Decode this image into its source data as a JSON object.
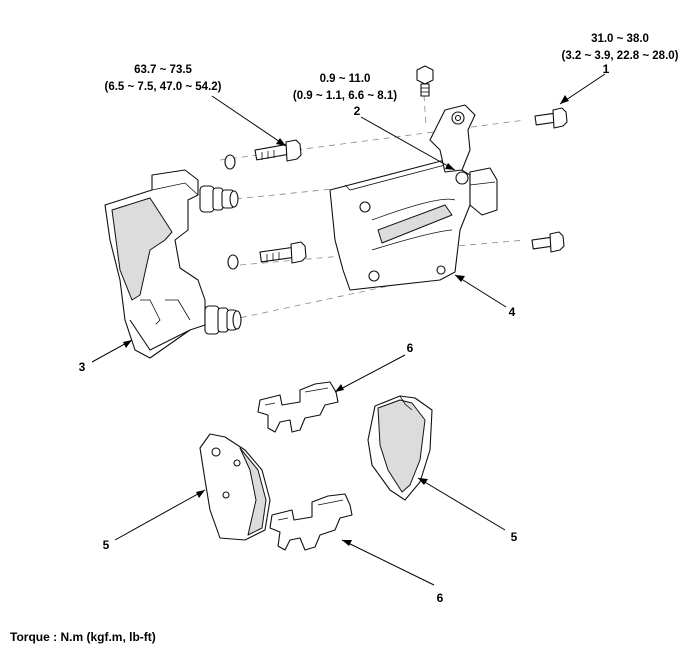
{
  "callouts": [
    {
      "id": "1",
      "label": "1"
    },
    {
      "id": "2",
      "label": "2"
    },
    {
      "id": "3",
      "label": "3"
    },
    {
      "id": "4",
      "label": "4"
    },
    {
      "id": "5a",
      "label": "5"
    },
    {
      "id": "5b",
      "label": "5"
    },
    {
      "id": "6a",
      "label": "6"
    },
    {
      "id": "6b",
      "label": "6"
    }
  ],
  "torque_specs": {
    "carrier_bolt": {
      "nm": "63.7 ~ 73.5",
      "other": "(6.5 ~ 7.5, 47.0 ~ 54.2)"
    },
    "bleeder": {
      "nm": "0.9 ~ 11.0",
      "other": "(0.9 ~ 1.1, 6.6 ~ 8.1)"
    },
    "guide_rod_bolt": {
      "nm": "31.0 ~ 38.0",
      "other": "(3.2 ~ 3.9, 22.8 ~ 28.0)"
    }
  },
  "footer": "Torque : N.m (kgf.m, lb-ft)"
}
